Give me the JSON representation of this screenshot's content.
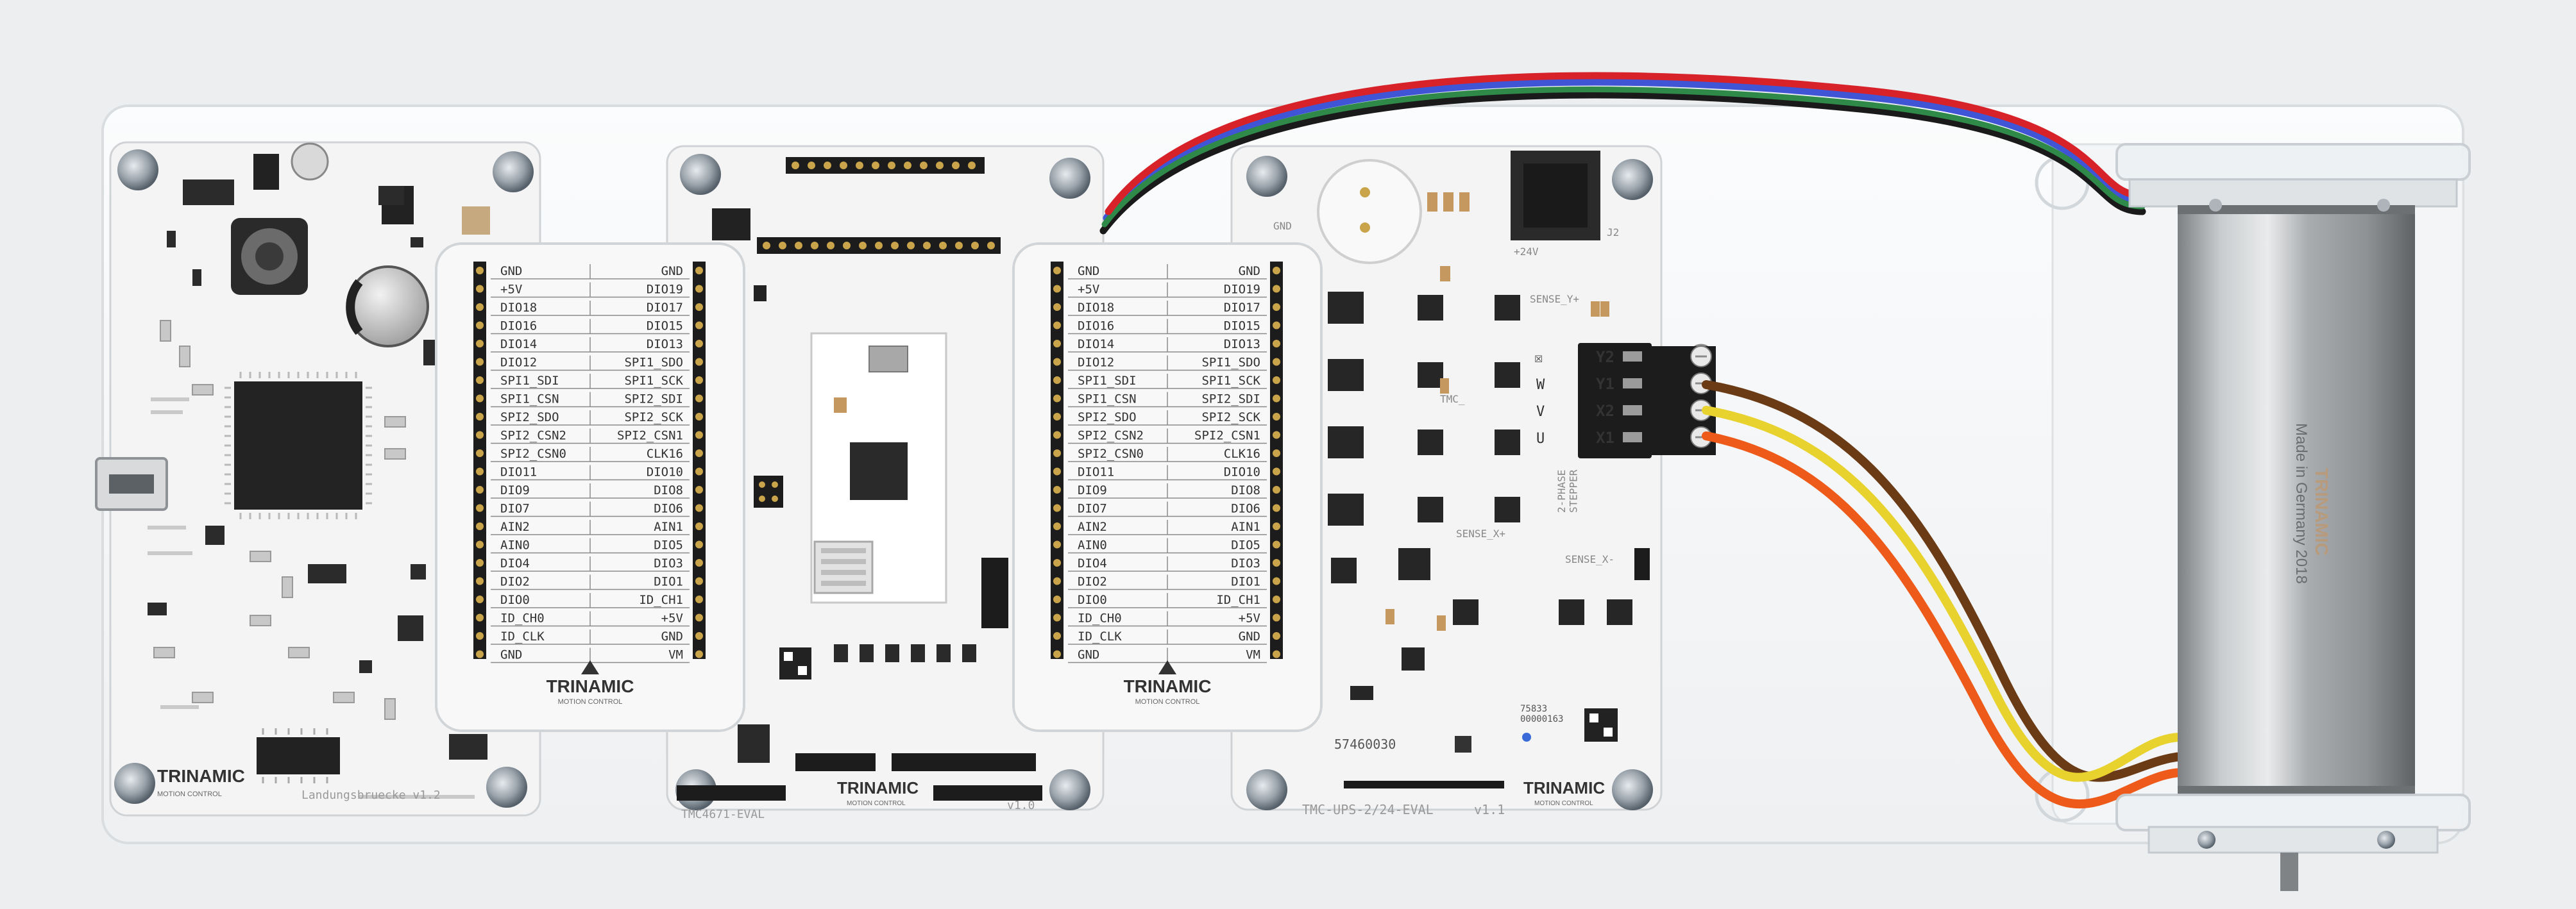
{
  "scene": {
    "description_free": true
  },
  "board_landungsbruecke": {
    "brand": "TRINAMIC",
    "brand_sub": "MOTION CONTROL",
    "silk_name": "Landungsbruecke v1.2"
  },
  "board_tmc4671": {
    "brand": "TRINAMIC",
    "brand_sub": "MOTION CONTROL",
    "silk_name": "TMC4671-EVAL",
    "silk_version": "v1.0"
  },
  "board_ups": {
    "brand": "TRINAMIC",
    "brand_sub": "MOTION CONTROL",
    "silk_name": "TMC-UPS-2/24-EVAL",
    "silk_version": "v1.1",
    "gnd_label": "GND",
    "v24_label": "+24V",
    "j2_label": "J2",
    "sense_y": "SENSE_Y+",
    "sense_x": "SENSE_X+",
    "sense_x2": "SENSE_X-",
    "tmc_label": "TMC_",
    "stepper_label": "2-PHASE\nSTEPPER",
    "terminal_pins": [
      "Y2",
      "Y1",
      "X2",
      "X1"
    ],
    "terminal_letters": [
      "☒",
      "W",
      "V",
      "U"
    ],
    "serial": "57460030",
    "lot": "75833\n00000163"
  },
  "adapter_left": {
    "brand": "TRINAMIC",
    "brand_sub": "MOTION CONTROL",
    "rows": [
      [
        "GND",
        "GND"
      ],
      [
        "+5V",
        "DIO19"
      ],
      [
        "DIO18",
        "DIO17"
      ],
      [
        "DIO16",
        "DIO15"
      ],
      [
        "DIO14",
        "DIO13"
      ],
      [
        "DIO12",
        "SPI1_SDO"
      ],
      [
        "SPI1_SDI",
        "SPI1_SCK"
      ],
      [
        "SPI1_CSN",
        "SPI2_SDI"
      ],
      [
        "SPI2_SDO",
        "SPI2_SCK"
      ],
      [
        "SPI2_CSN2",
        "SPI2_CSN1"
      ],
      [
        "SPI2_CSN0",
        "CLK16"
      ],
      [
        "DIO11",
        "DIO10"
      ],
      [
        "DIO9",
        "DIO8"
      ],
      [
        "DIO7",
        "DIO6"
      ],
      [
        "AIN2",
        "AIN1"
      ],
      [
        "AIN0",
        "DIO5"
      ],
      [
        "DIO4",
        "DIO3"
      ],
      [
        "DIO2",
        "DIO1"
      ],
      [
        "DIO0",
        "ID_CH1"
      ],
      [
        "ID_CH0",
        "+5V"
      ],
      [
        "ID_CLK",
        "GND"
      ],
      [
        "GND",
        "VM"
      ]
    ]
  },
  "adapter_right": {
    "brand": "TRINAMIC",
    "brand_sub": "MOTION CONTROL",
    "rows": [
      [
        "GND",
        "GND"
      ],
      [
        "+5V",
        "DIO19"
      ],
      [
        "DIO18",
        "DIO17"
      ],
      [
        "DIO16",
        "DIO15"
      ],
      [
        "DIO14",
        "DIO13"
      ],
      [
        "DIO12",
        "SPI1_SDO"
      ],
      [
        "SPI1_SDI",
        "SPI1_SCK"
      ],
      [
        "SPI1_CSN",
        "SPI2_SDI"
      ],
      [
        "SPI2_SDO",
        "SPI2_SCK"
      ],
      [
        "SPI2_CSN2",
        "SPI2_CSN1"
      ],
      [
        "SPI2_CSN0",
        "CLK16"
      ],
      [
        "DIO11",
        "DIO10"
      ],
      [
        "DIO9",
        "DIO8"
      ],
      [
        "DIO7",
        "DIO6"
      ],
      [
        "AIN2",
        "AIN1"
      ],
      [
        "AIN0",
        "DIO5"
      ],
      [
        "DIO4",
        "DIO3"
      ],
      [
        "DIO2",
        "DIO1"
      ],
      [
        "DIO0",
        "ID_CH1"
      ],
      [
        "ID_CH0",
        "+5V"
      ],
      [
        "ID_CLK",
        "GND"
      ],
      [
        "GND",
        "VM"
      ]
    ]
  },
  "motor": {
    "label_line1": "TRINAMIC",
    "label_line2": "Made in Germany 2018"
  },
  "colors": {
    "background": "#eceef0",
    "acrylic": "#f7f8f9",
    "pcb_white": "#f4f4f4",
    "adapter_white": "#f8f8f8",
    "header_black": "#1c1c1c",
    "pad_gold": "#c9a44a",
    "wire_red": "#d8222a",
    "wire_blue": "#3f55d6",
    "wire_green": "#2f8a4a",
    "wire_black": "#1a1a1a",
    "wire_brown": "#6b3b16",
    "wire_yellow": "#e8d22e",
    "wire_orange": "#ee5a1a",
    "motor_steel": "#a9acae"
  }
}
